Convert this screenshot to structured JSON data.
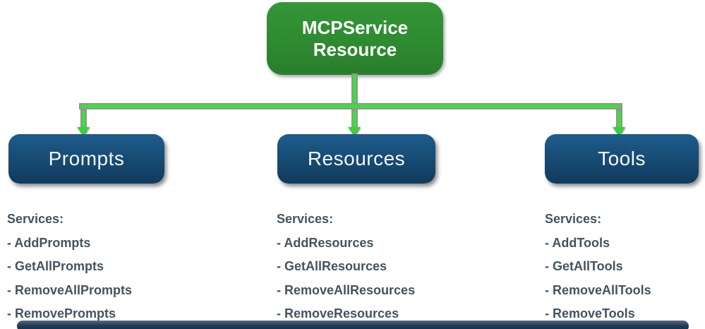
{
  "diagram": {
    "root_label": "MCPService Resource",
    "columns": [
      {
        "label": "Prompts",
        "heading": "Services:",
        "items": [
          "- AddPrompts",
          "- GetAllPrompts",
          "- RemoveAllPrompts",
          "- RemovePrompts"
        ]
      },
      {
        "label": "Resources",
        "heading": "Services:",
        "items": [
          "- AddResources",
          "- GetAllResources",
          "- RemoveAllResources",
          "- RemoveResources"
        ]
      },
      {
        "label": "Tools",
        "heading": "Services:",
        "items": [
          "- AddTools",
          "- GetAllTools",
          "- RemoveAllTools",
          "- RemoveTools"
        ]
      }
    ],
    "colors": {
      "root_green": "#2e8b30",
      "node_blue_top": "#1e5c8c",
      "node_blue_bottom": "#113a5c",
      "connector_green": "#3ede3e",
      "connector_shadow": "#939393",
      "node_label_text": "#f3f7fb",
      "list_text": "#43545f",
      "bottom_bar": "#1d3c5c",
      "background": "#ffffff"
    }
  }
}
